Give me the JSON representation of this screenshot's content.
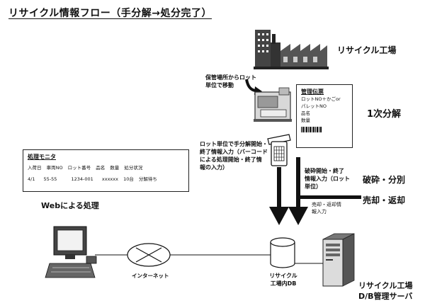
{
  "title": "リサイクル情報フロー（手分解→処分完了）",
  "factory": {
    "label": "リサイクル工場"
  },
  "storage_move": {
    "line1": "保管場所からロット",
    "line2": "単位で移動"
  },
  "slip": {
    "title": "管理伝票",
    "lines": [
      "ロットNO＋かごor",
      "パレットNO",
      "品名",
      "数量"
    ]
  },
  "stage_primary": "1次分解",
  "handheld_note": {
    "lines": [
      "ロット単位で手分解開始・",
      "終了情報入力（バーコード",
      "による処理開始・終了情",
      "報の入力）"
    ]
  },
  "crush_note": {
    "lines": [
      "破砕開始・終了",
      "情報入力（ロット",
      "単位）"
    ]
  },
  "stage_crush": "破砕・分別",
  "stage_sale": "売却・返却",
  "sale_note": {
    "lines": [
      "売却・返却情",
      "報入力"
    ]
  },
  "monitor": {
    "title": "処理モニタ",
    "headers": [
      "入荷日",
      "車両NO",
      "ロット番号",
      "品名",
      "数量",
      "処分状況"
    ],
    "row": [
      "4/1",
      "55-55",
      "1234-001",
      "xxxxxx",
      "10台",
      "分解待ち"
    ]
  },
  "web_label": "Webによる処理",
  "internet_label": "インターネット",
  "db": {
    "line1": "リサイクル",
    "line2": "工場内DB"
  },
  "server": {
    "line1": "リサイクル工場",
    "line2": "D/B管理サーバ"
  },
  "colors": {
    "ink": "#111111",
    "paper": "#ffffff",
    "shade": "#555555"
  }
}
